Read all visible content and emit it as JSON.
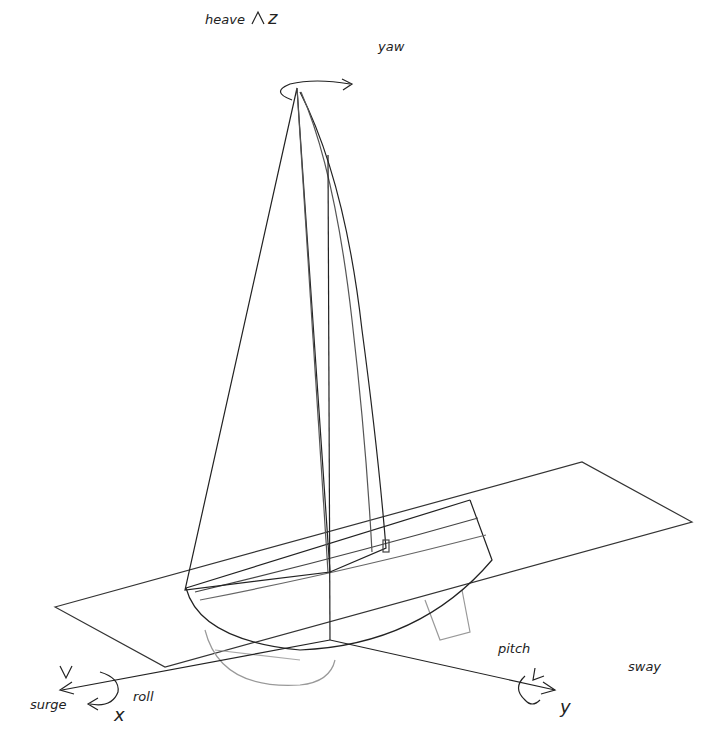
{
  "diagram": {
    "labels": [
      "heave",
      "z",
      "yaw",
      "surge",
      "x",
      "roll",
      "pitch",
      "y",
      "sway"
    ]
  }
}
